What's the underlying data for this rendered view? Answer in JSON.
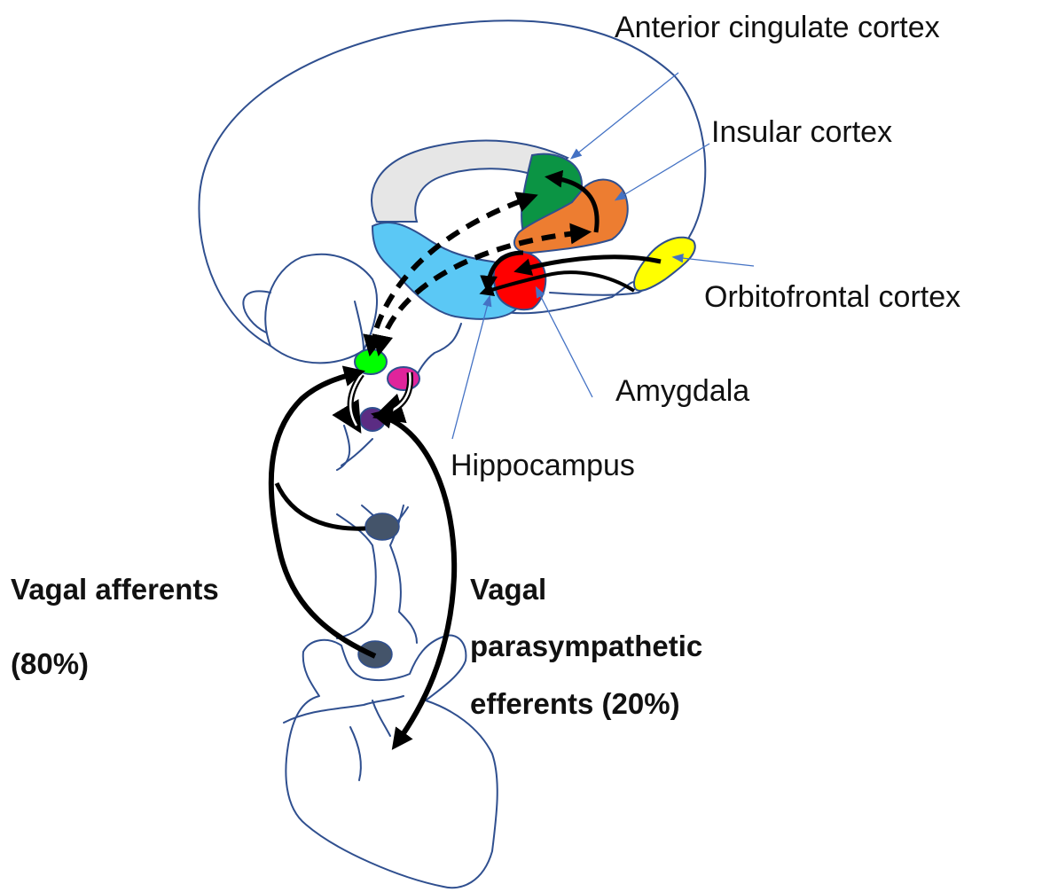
{
  "labels": {
    "acc": "Anterior cingulate cortex",
    "insula": "Insular cortex",
    "ofc": "Orbitofrontal cortex",
    "amygdala": "Amygdala",
    "hippocampus": "Hippocampus",
    "vagal_afferents": "Vagal afferents",
    "vagal_afferents_pct": "(80%)",
    "vagal_efferents_line1": "Vagal",
    "vagal_efferents_line2": "parasympathetic",
    "vagal_efferents_line3": "efferents (20%)"
  },
  "colors": {
    "outline": "#2F4F8F",
    "leader": "#4472C4",
    "anterior_cingulate": "#0B9444",
    "insula": "#ED7D31",
    "orbitofrontal": "#FFFF00",
    "amygdala": "#FF0000",
    "hippocampus": "#5BC8F5",
    "corpus_callosum": "#E6E6E6",
    "nucleus_green": "#00FF00",
    "nucleus_magenta": "#E0249B",
    "nucleus_purple": "#5B2C83",
    "ganglion": "#44546A",
    "arrow": "#000000"
  }
}
